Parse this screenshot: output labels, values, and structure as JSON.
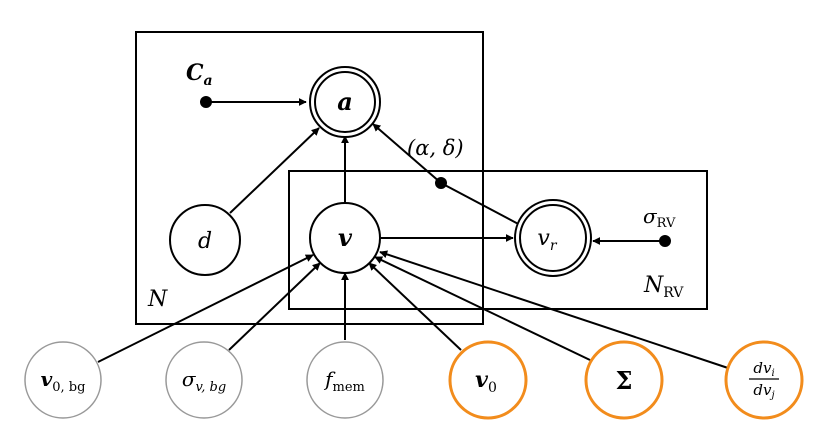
{
  "colors": {
    "stroke": "#000000",
    "observed_stroke": "#999999",
    "highlight_stroke": "#f28c1c"
  },
  "plates": {
    "outer": {
      "label": "N"
    },
    "inner": {
      "label": "N",
      "label_sub": "RV"
    }
  },
  "nodes": {
    "a": {
      "label": "a"
    },
    "v": {
      "label": "v"
    },
    "d": {
      "label": "d"
    },
    "vr": {
      "label": "v",
      "label_sub": "r"
    },
    "v0bg": {
      "label": "v",
      "label_sub": "0, bg"
    },
    "sigvbg": {
      "label": "σ",
      "label_sub": "v, bg"
    },
    "fmem": {
      "label": "f",
      "label_sub": "mem"
    },
    "v0": {
      "label": "v",
      "label_sub": "0"
    },
    "Sigma": {
      "label": "Σ"
    },
    "dvdv": {
      "num": "dv",
      "num_sub": "i",
      "den": "dv",
      "den_sub": "j"
    }
  },
  "fixed_params": {
    "Ca": {
      "label": "C",
      "label_sub": "a"
    },
    "alphadelta": {
      "label": "(α, δ)"
    },
    "sigRV": {
      "label": "σ",
      "label_sub": "RV"
    }
  }
}
